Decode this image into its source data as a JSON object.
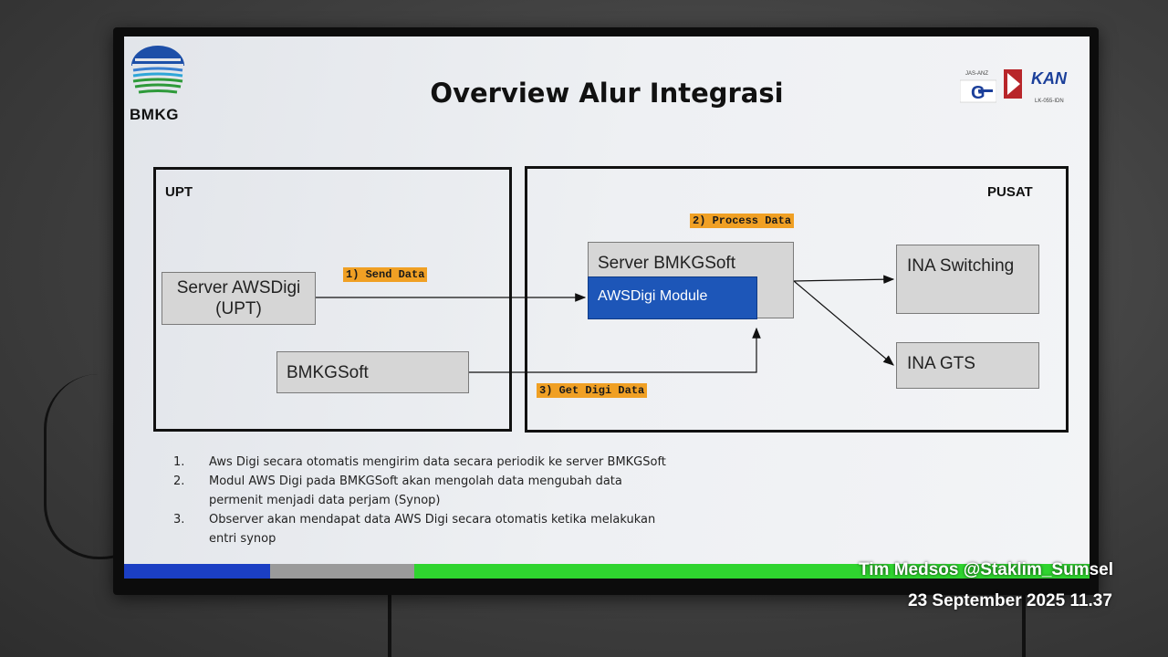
{
  "slide": {
    "title": "Overview Alur Integrasi",
    "logo_text": "BMKG",
    "accreditation": {
      "top_text": "JAS-ANZ",
      "kan_text": "KAN",
      "code": "LK-055-IDN"
    }
  },
  "diagram": {
    "upt_label": "UPT",
    "pusat_label": "PUSAT",
    "server_awsdigi": [
      "Server AWSDigi",
      "(UPT)"
    ],
    "bmkgsoft": "BMKGSoft",
    "server_bmkgsoft": "Server BMKGSoft",
    "awsdigi_module": "AWSDigi Module",
    "ina_switching": "INA Switching",
    "ina_gts": "INA GTS",
    "step1": "1) Send Data",
    "step2": "2) Process Data",
    "step3": "3) Get Digi Data"
  },
  "notes": [
    {
      "num": "1.",
      "lines": [
        "Aws Digi secara otomatis mengirim data secara periodik ke server BMKGSoft"
      ]
    },
    {
      "num": "2.",
      "lines": [
        "Modul AWS Digi pada BMKGSoft akan mengolah data mengubah data",
        "permenit menjadi data perjam (Synop)"
      ]
    },
    {
      "num": "3.",
      "lines": [
        "Observer akan mendapat data AWS Digi secara otomatis ketika melakukan",
        "entri synop"
      ]
    }
  ],
  "footer_bar_colors": [
    "#1b3fc4",
    "#9a9a9a",
    "#2fd42f"
  ],
  "overlay": {
    "credit": "Tim Medsos @Staklim_Sumsel",
    "timestamp": "23 September 2025 11.37"
  }
}
